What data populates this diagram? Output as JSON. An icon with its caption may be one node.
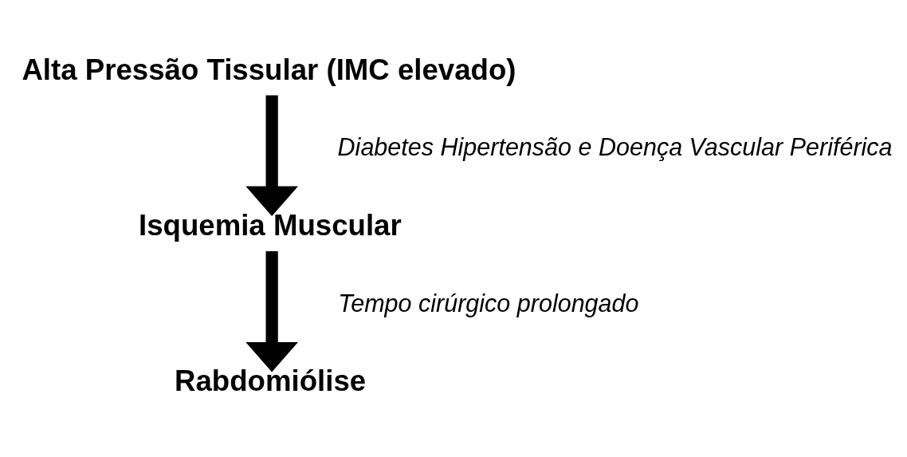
{
  "diagram": {
    "nodes": [
      {
        "text": [
          "Alta Pressão Tissular (IMC elevado)"
        ]
      },
      {
        "text": [
          "Isquemia Muscular"
        ]
      },
      {
        "text": [
          "Rabdomiólise"
        ]
      }
    ],
    "edges": [
      {
        "from": 0,
        "to": 1,
        "arrow": "to",
        "label": "Diabetes Hipertensão e Doença Vascular Periférica"
      },
      {
        "from": 1,
        "to": 2,
        "arrow": "to",
        "label": "Tempo cirúrgico prolongado"
      }
    ]
  }
}
